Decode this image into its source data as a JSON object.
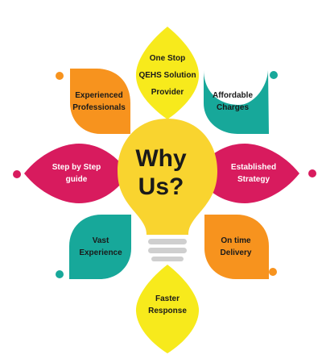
{
  "header": {
    "faint_text": ""
  },
  "center": {
    "line1": "Why",
    "line2": "Us?"
  },
  "petals": {
    "top": {
      "lines": [
        "One Stop",
        "QEHS Solution",
        "Provider"
      ],
      "color": "#f7ea1c"
    },
    "top_left": {
      "lines": [
        "Experienced",
        "Professionals"
      ],
      "color": "#f7931e"
    },
    "top_right": {
      "lines": [
        "Affordable",
        "Charges"
      ],
      "color": "#17a89a"
    },
    "left": {
      "lines": [
        "Step by Step",
        "guide"
      ],
      "color": "#d81b5e"
    },
    "right": {
      "lines": [
        "Established",
        "Strategy"
      ],
      "color": "#d81b5e"
    },
    "bottom_left": {
      "lines": [
        "Vast",
        "Experience"
      ],
      "color": "#17a89a"
    },
    "bottom_right": {
      "lines": [
        "On time",
        "Delivery"
      ],
      "color": "#f7931e"
    },
    "bottom": {
      "lines": [
        "Faster",
        "Response"
      ],
      "color": "#f7ea1c"
    }
  },
  "bulb": {
    "color": "#f9d42f",
    "base_color": "#cfcfcf"
  }
}
